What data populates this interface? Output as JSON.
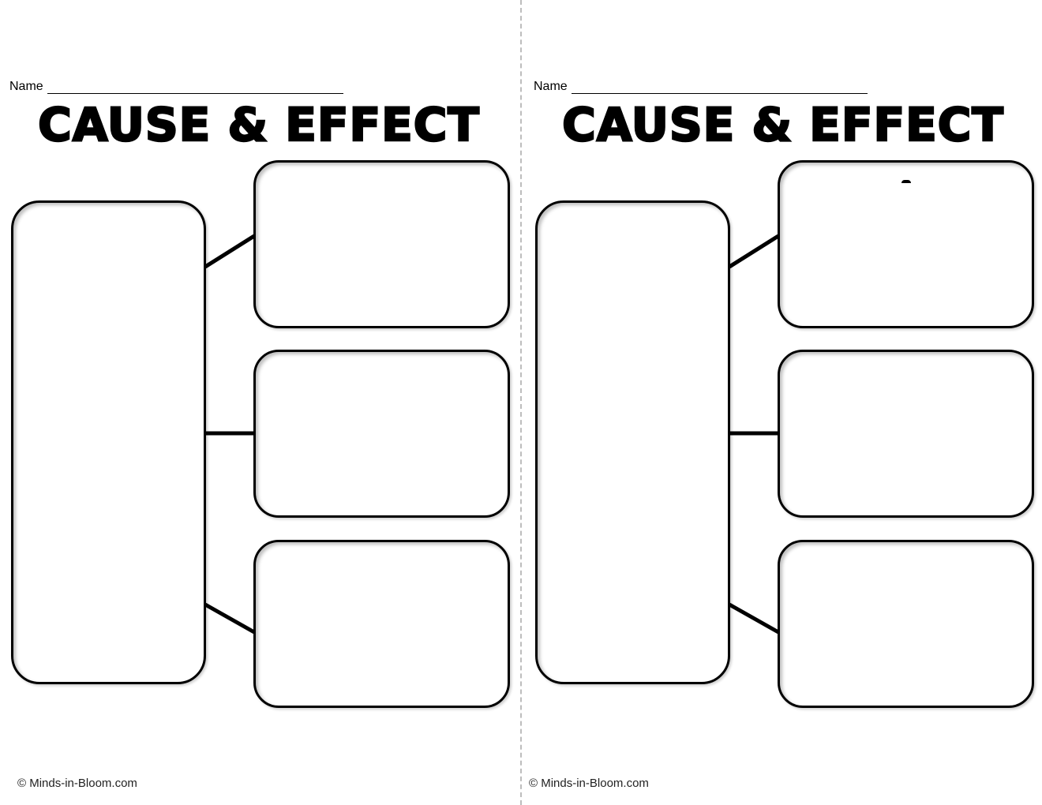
{
  "worksheets": [
    {
      "name_label": "Name",
      "title": "CAUSE & EFFECT",
      "cause_box": "",
      "effect_boxes": [
        "",
        "",
        ""
      ],
      "footer": "© Minds-in-Bloom.com"
    },
    {
      "name_label": "Name",
      "title": "CAUSE & EFFECT",
      "cause_box": "",
      "effect_boxes": [
        "",
        "",
        ""
      ],
      "footer": "© Minds-in-Bloom.com"
    }
  ],
  "colors": {
    "ink": "#000000",
    "divider": "#bdbdbd",
    "background": "#ffffff"
  }
}
